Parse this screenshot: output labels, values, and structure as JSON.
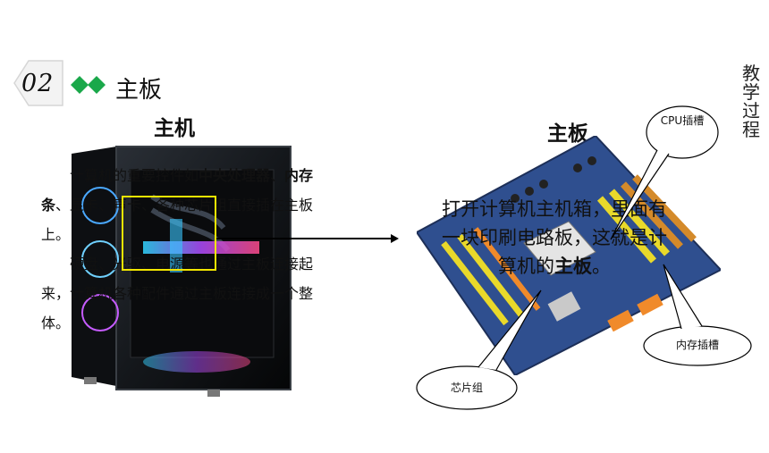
{
  "header": {
    "section_number": "02",
    "section_title": "主板"
  },
  "side_label": "教学过程",
  "left": {
    "title": "主机",
    "desc": {
      "p1_pre": "计算机的重要控件如",
      "p1_b1": "中央处理器",
      "p1_mid": "、",
      "p1_b2": "内存条",
      "p1_post": "、显卡、声卡、各种芯片组直接插在主板上。",
      "p2": "硬盘、光驱、电源等也通过主板连接起来，计算机各种配件通过主板连接成一个整体。"
    }
  },
  "right": {
    "title": "主板",
    "text_pre": "打开计算机主机箱，里面有一块印刷电路板，这就是计算机的",
    "text_bold": "主板",
    "text_post": "。",
    "callouts": {
      "cpu": "CPU插槽",
      "memory": "内存插槽",
      "chipset": "芯片组"
    }
  },
  "colors": {
    "accent_green": "#1aa84a",
    "highlight_yellow": "#f2e600",
    "board_blue": "#2f4f8f"
  }
}
